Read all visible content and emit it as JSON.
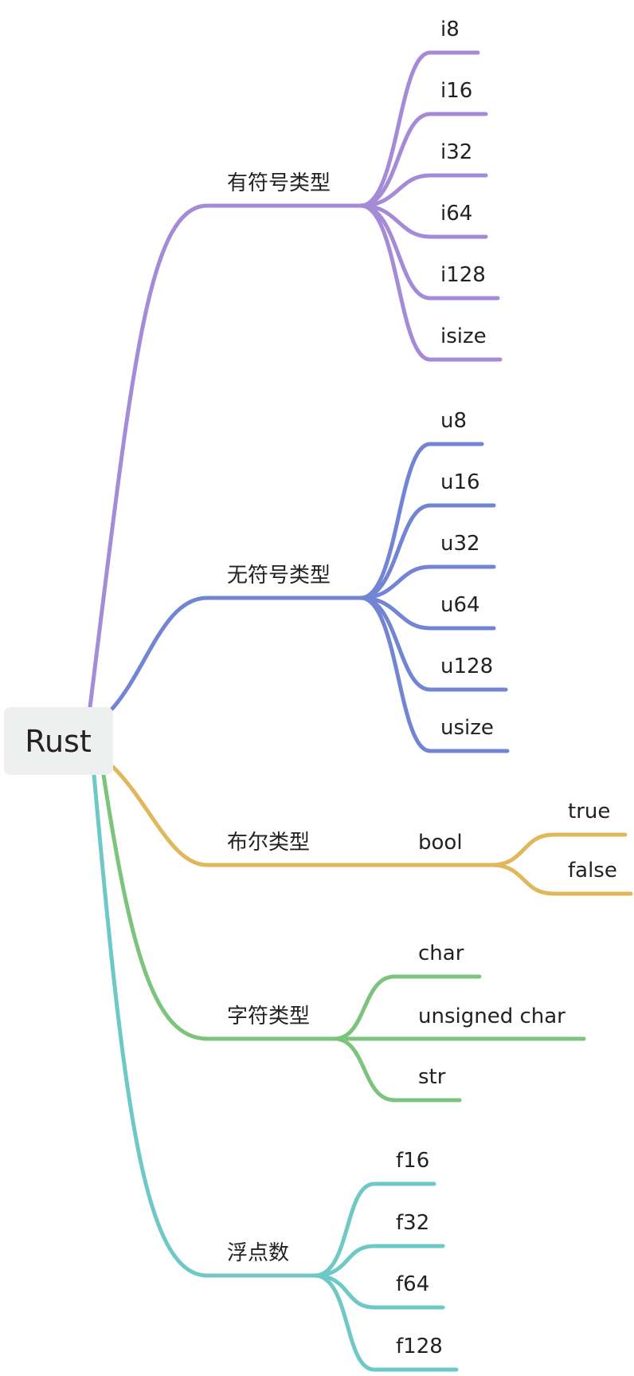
{
  "root": {
    "label": "Rust"
  },
  "colors": {
    "signed": "#a58ad8",
    "unsigned": "#7284d4",
    "bool": "#e0b75a",
    "char": "#7cc47d",
    "float": "#6ec9c6"
  },
  "branches": [
    {
      "id": "signed",
      "label": "有符号类型",
      "color_key": "signed",
      "children": [
        {
          "label": "i8"
        },
        {
          "label": "i16"
        },
        {
          "label": "i32"
        },
        {
          "label": "i64"
        },
        {
          "label": "i128"
        },
        {
          "label": "isize"
        }
      ]
    },
    {
      "id": "unsigned",
      "label": "无符号类型",
      "color_key": "unsigned",
      "children": [
        {
          "label": "u8"
        },
        {
          "label": "u16"
        },
        {
          "label": "u32"
        },
        {
          "label": "u64"
        },
        {
          "label": "u128"
        },
        {
          "label": "usize"
        }
      ]
    },
    {
      "id": "bool",
      "label": "布尔类型",
      "color_key": "bool",
      "children": [
        {
          "label": "bool",
          "children": [
            {
              "label": "true"
            },
            {
              "label": "false"
            }
          ]
        }
      ]
    },
    {
      "id": "char",
      "label": "字符类型",
      "color_key": "char",
      "children": [
        {
          "label": "char"
        },
        {
          "label": "unsigned char"
        },
        {
          "label": "str"
        }
      ]
    },
    {
      "id": "float",
      "label": "浮点数",
      "color_key": "float",
      "children": [
        {
          "label": "f16"
        },
        {
          "label": "f32"
        },
        {
          "label": "f64"
        },
        {
          "label": "f128"
        }
      ]
    }
  ]
}
